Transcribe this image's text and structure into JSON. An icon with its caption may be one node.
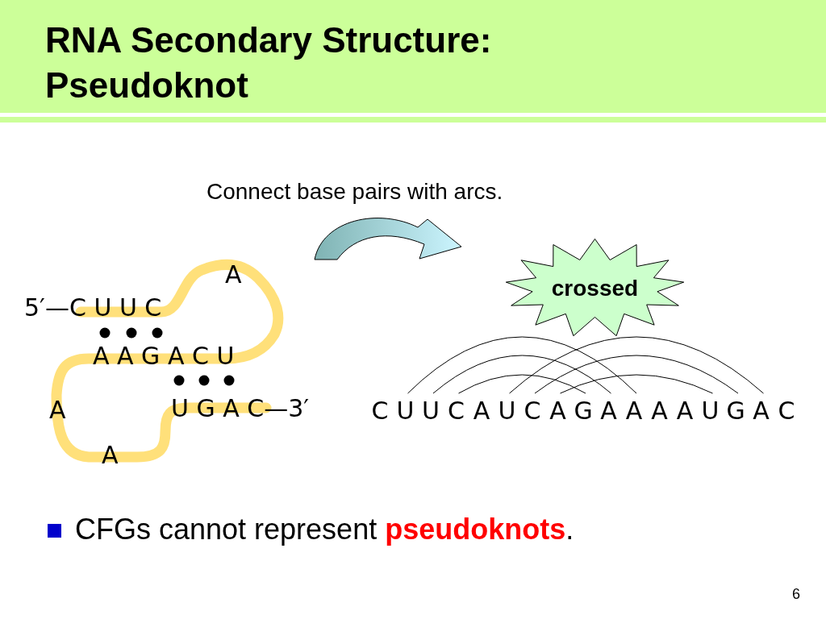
{
  "diagram": {
    "title": "RNA Secondary Structure: Pseudoknot",
    "nodes": [
      {
        "text": [
          "crossed"
        ]
      },
      {
        "text": [
          "C"
        ]
      },
      {
        "text": [
          "U"
        ]
      },
      {
        "text": [
          "U"
        ]
      },
      {
        "text": [
          "C"
        ]
      },
      {
        "text": [
          "A"
        ]
      },
      {
        "text": [
          "U"
        ]
      },
      {
        "text": [
          "C"
        ]
      },
      {
        "text": [
          "A"
        ]
      },
      {
        "text": [
          "G"
        ]
      },
      {
        "text": [
          "A"
        ]
      },
      {
        "text": [
          "A"
        ]
      },
      {
        "text": [
          "A"
        ]
      },
      {
        "text": [
          "A"
        ]
      },
      {
        "text": [
          "U"
        ]
      },
      {
        "text": [
          "G"
        ]
      },
      {
        "text": [
          "A"
        ]
      },
      {
        "text": [
          "C"
        ]
      }
    ],
    "edges": [
      {
        "from": 2,
        "to": 11,
        "arrow": "none"
      },
      {
        "from": 3,
        "to": 10,
        "arrow": "none"
      },
      {
        "from": 4,
        "to": 9,
        "arrow": "none"
      },
      {
        "from": 6,
        "to": 16,
        "arrow": "none"
      },
      {
        "from": 7,
        "to": 15,
        "arrow": "none"
      },
      {
        "from": 8,
        "to": 14,
        "arrow": "none"
      }
    ],
    "labels": [
      "Connect base pairs with arcs.",
      "A",
      "5′—C U U C",
      "A A G A C U",
      "A",
      "U G A C—3′",
      "A",
      "CFGs cannot represent **pseudoknots**.",
      "6"
    ]
  }
}
